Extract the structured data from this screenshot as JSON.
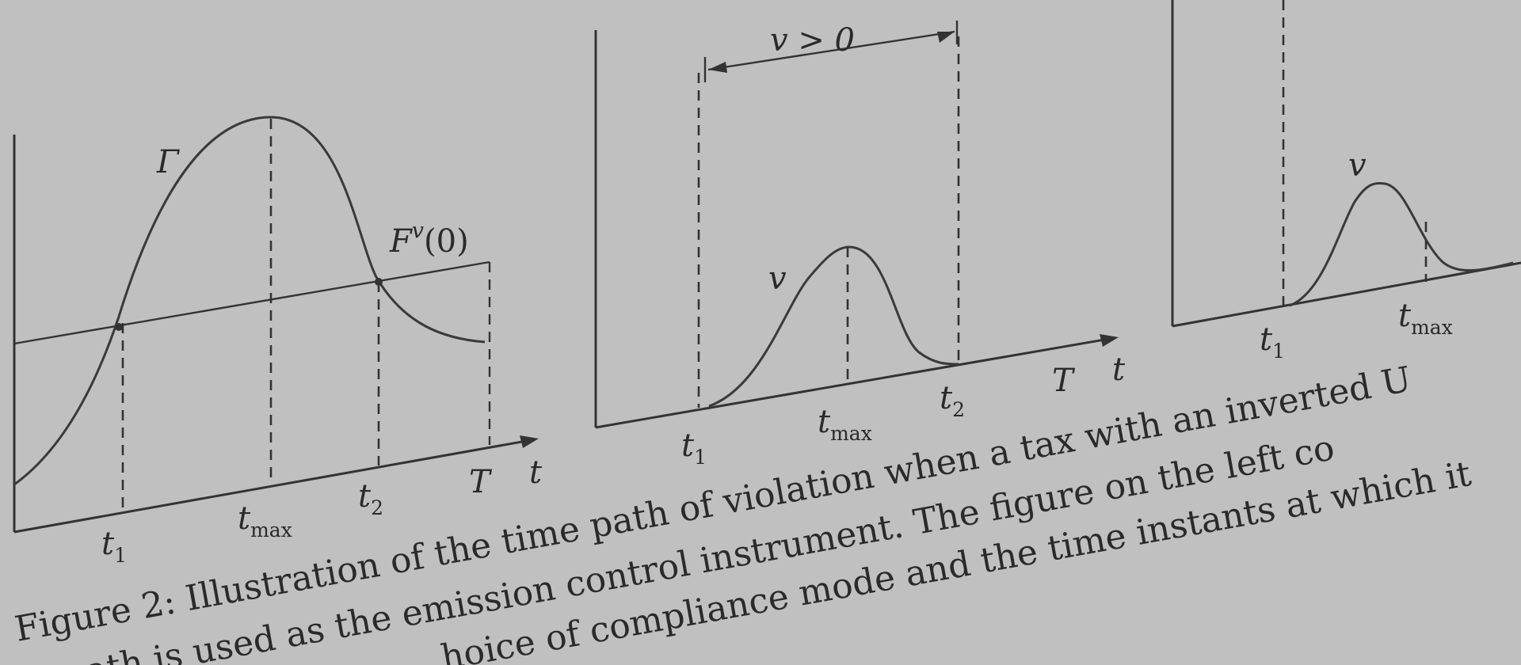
{
  "panels": {
    "left": {
      "curve_label_main": "Γ",
      "curve_label_F": "F",
      "curve_label_F_sup": "v",
      "curve_label_F_arg": "(0)",
      "t1_base": "t",
      "t1_sub": "1",
      "tmax_base": "t",
      "tmax_sub": "max",
      "t2_base": "t",
      "t2_sub": "2",
      "T": "T",
      "t_axis": "t"
    },
    "middle": {
      "interval_label": "v > 0",
      "curve_label": "v",
      "t1_base": "t",
      "t1_sub": "1",
      "tmax_base": "t",
      "tmax_sub": "max",
      "t2_base": "t",
      "t2_sub": "2",
      "T": "T",
      "t_axis": "t"
    },
    "right": {
      "curve_label": "v",
      "t1_base": "t",
      "t1_sub": "1",
      "tmax_base": "t",
      "tmax_sub": "max"
    }
  },
  "caption": {
    "line1": "Figure 2:  Illustration of the time path of violation when a tax with an inverted U",
    "line2": "path is used as the emission control instrument.  The figure on the left co",
    "line3": "hoice of compliance mode and the time instants at which it"
  }
}
